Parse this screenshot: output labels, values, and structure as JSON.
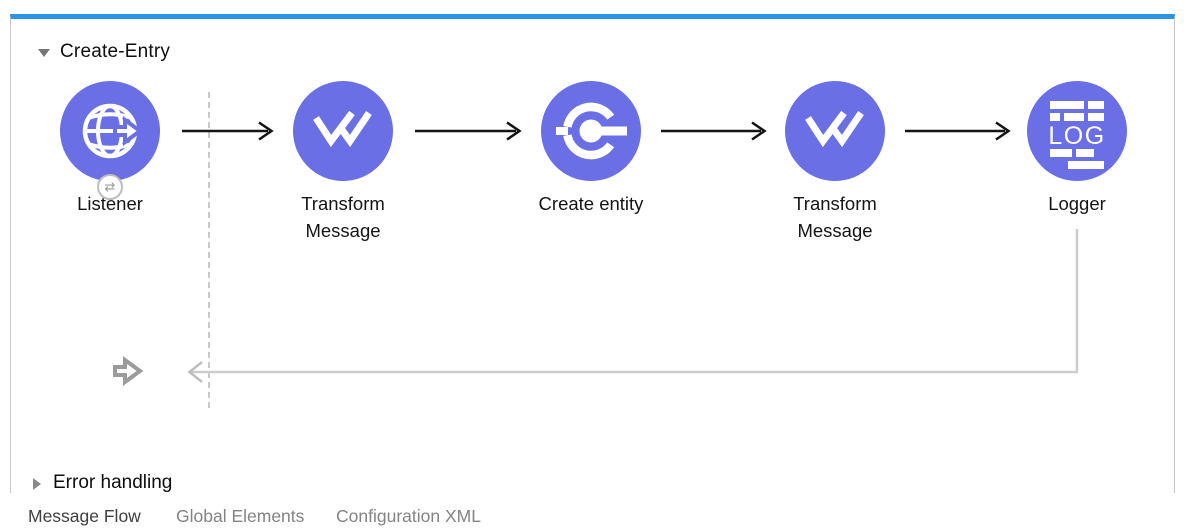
{
  "flow": {
    "title": "Create-Entry",
    "nodes": [
      {
        "label": "Listener"
      },
      {
        "label": "Transform Message"
      },
      {
        "label": "Create entity"
      },
      {
        "label": "Transform Message"
      },
      {
        "label": "Logger"
      }
    ],
    "logger_icon_text": "LOG",
    "listener_badge_icon": "⇄",
    "error_handling": {
      "label": "Error handling"
    }
  },
  "tabs": {
    "message_flow": "Message Flow",
    "global_elements": "Global Elements",
    "configuration_xml": "Configuration XML"
  },
  "colors": {
    "accent_blue": "#2b94e4",
    "node_purple": "#6a6fe6",
    "node_gray": "#9b9b9b",
    "wire_black": "#141414",
    "wire_gray": "#c9c9c9"
  }
}
